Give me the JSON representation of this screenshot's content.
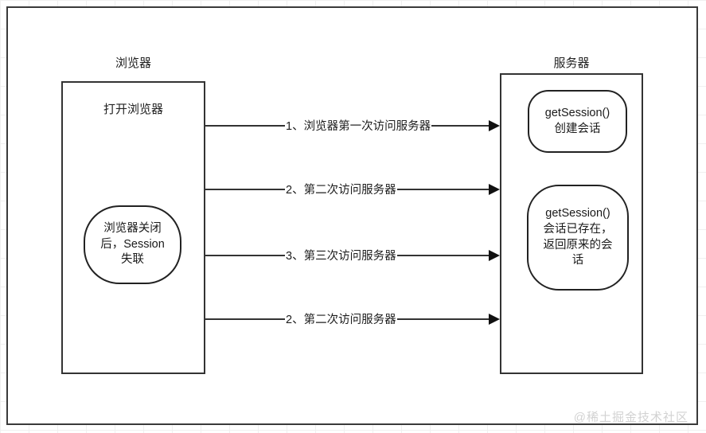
{
  "diagram": {
    "title_browser": "浏览器",
    "title_server": "服务器",
    "browser_box_label": "打开浏览器",
    "browser_node_text": "浏览器关闭\n后，Session\n失联",
    "server_node_1_text": "getSession()\n创建会话",
    "server_node_2_text": "getSession()\n会话已存在，\n返回原来的会\n话",
    "flows": [
      {
        "label": "1、浏览器第一次访问服务器"
      },
      {
        "label": "2、第二次访问服务器"
      },
      {
        "label": "3、第三次访问服务器"
      },
      {
        "label": "2、第二次访问服务器"
      }
    ],
    "watermark": "@稀土掘金技术社区",
    "colors": {
      "stroke": "#333333",
      "text": "#1a1a1a",
      "grid": "#f0f0f0",
      "watermark": "#d2d2d2"
    }
  }
}
